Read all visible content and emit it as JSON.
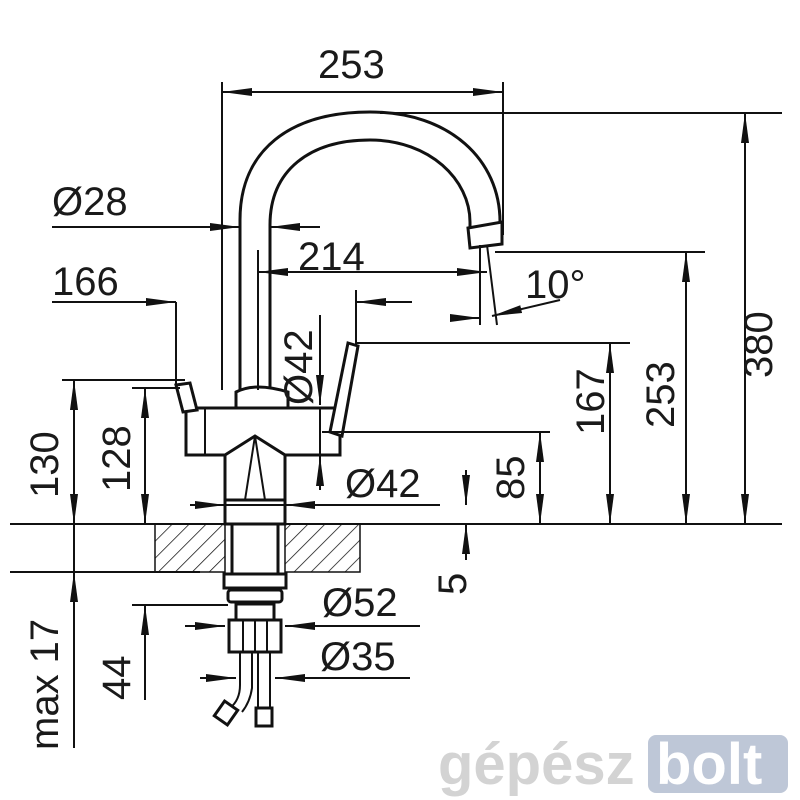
{
  "title": "Faucet dimension drawing",
  "dimensions": {
    "total_width": "253",
    "total_height": "380",
    "spout_height": "253",
    "lever_height": "167",
    "body_height": "85",
    "base_gap": "5",
    "tube_diameter": "Ø28",
    "spout_reach": "214",
    "lever_span": "166",
    "spout_angle": "10°",
    "body_diameter_upper": "Ø42",
    "body_diameter_lower": "Ø42",
    "height_130": "130",
    "height_128": "128",
    "max_thickness": "max 17",
    "shank_length": "44",
    "nut_diameter": "Ø52",
    "shank_diameter": "Ø35"
  },
  "watermark": {
    "part1": "gépész",
    "part2": "bolt",
    "badge_color": "#8a9ab8"
  }
}
